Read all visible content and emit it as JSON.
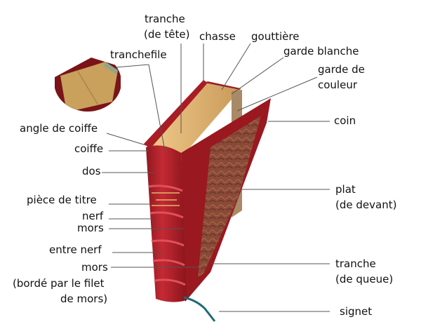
{
  "labels": {
    "tranche_tete_1": "tranche",
    "tranche_tete_2": "(de tête)",
    "chasse": "chasse",
    "gouttiere": "gouttière",
    "garde_blanche": "garde blanche",
    "garde_couleur_1": "garde de",
    "garde_couleur_2": "couleur",
    "tranchefile": "tranchefile",
    "angle_coiffe": "angle de coiffe",
    "coiffe": "coiffe",
    "dos": "dos",
    "piece_titre": "pièce de titre",
    "nerf": "nerf",
    "mors1": "mors",
    "entre_nerf": "entre nerf",
    "mors2": "mors",
    "mors2_note1": "(bordé par le filet",
    "mors2_note2": "de mors)",
    "coin": "coin",
    "plat_1": "plat",
    "plat_2": "(de devant)",
    "tranche_queue_1": "tranche",
    "tranche_queue_2": "(de queue)",
    "signet": "signet"
  },
  "colors": {
    "leather": "#b3202a",
    "leather_dark": "#7a1418",
    "pages": "#e2b879",
    "marbled": "#8a4a3a",
    "line": "#555555"
  }
}
